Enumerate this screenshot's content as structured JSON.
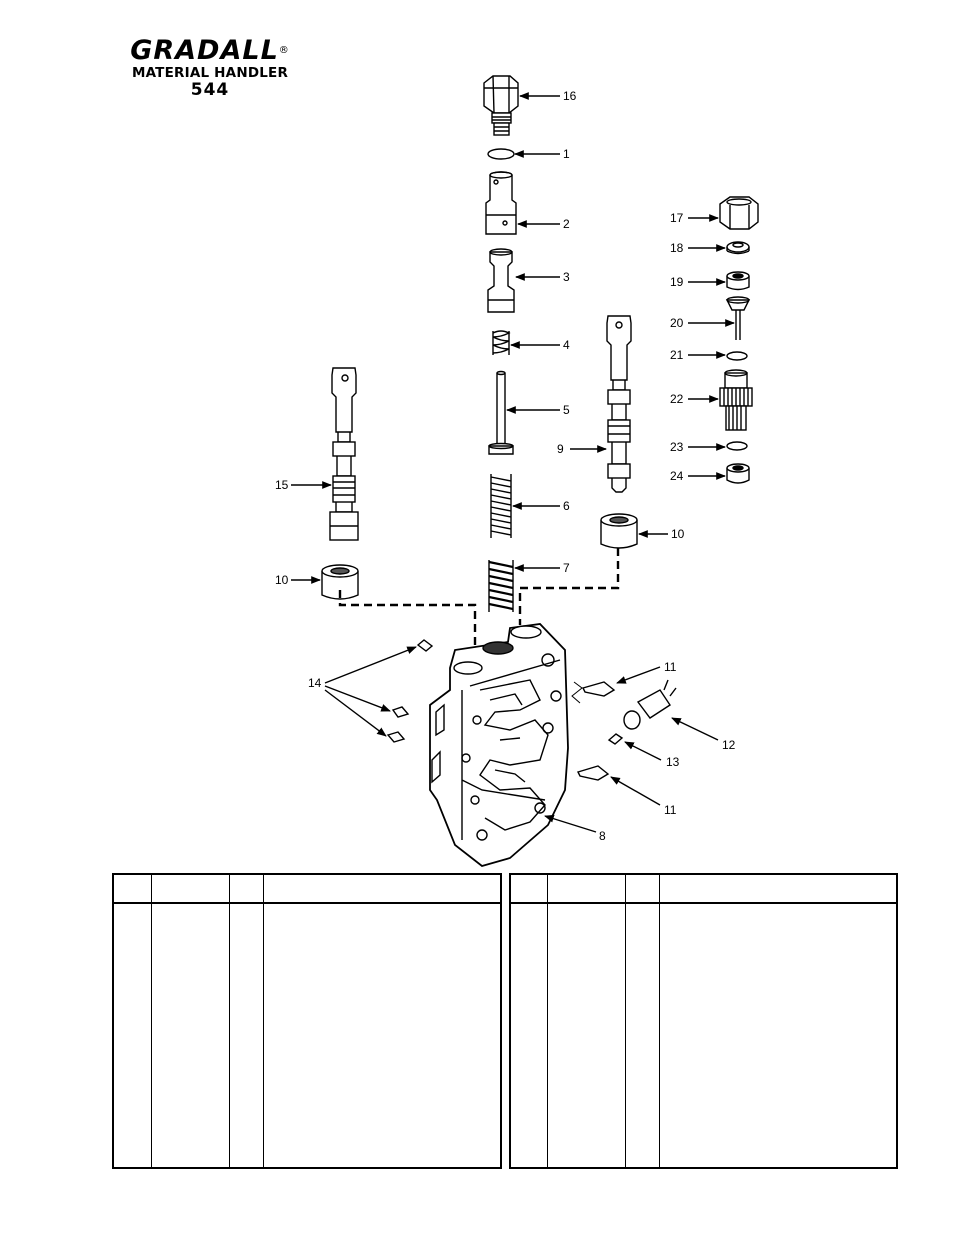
{
  "brand": {
    "name": "GRADALL",
    "registered": "®",
    "subtitle": "MATERIAL HANDLER",
    "model": "544"
  },
  "callouts": {
    "c1": "1",
    "c2": "2",
    "c3": "3",
    "c4": "4",
    "c5": "5",
    "c6": "6",
    "c7": "7",
    "c8": "8",
    "c9": "9",
    "c10a": "10",
    "c10b": "10",
    "c11a": "11",
    "c11b": "11",
    "c12": "12",
    "c13": "13",
    "c14": "14",
    "c15": "15",
    "c16": "16",
    "c17": "17",
    "c18": "18",
    "c19": "19",
    "c20": "20",
    "c21": "21",
    "c22": "22",
    "c23": "23",
    "c24": "24"
  },
  "parts_tables": {
    "left": {
      "headers": [
        "",
        "",
        "",
        ""
      ],
      "rows": []
    },
    "right": {
      "headers": [
        "",
        "",
        "",
        ""
      ],
      "rows": []
    }
  }
}
